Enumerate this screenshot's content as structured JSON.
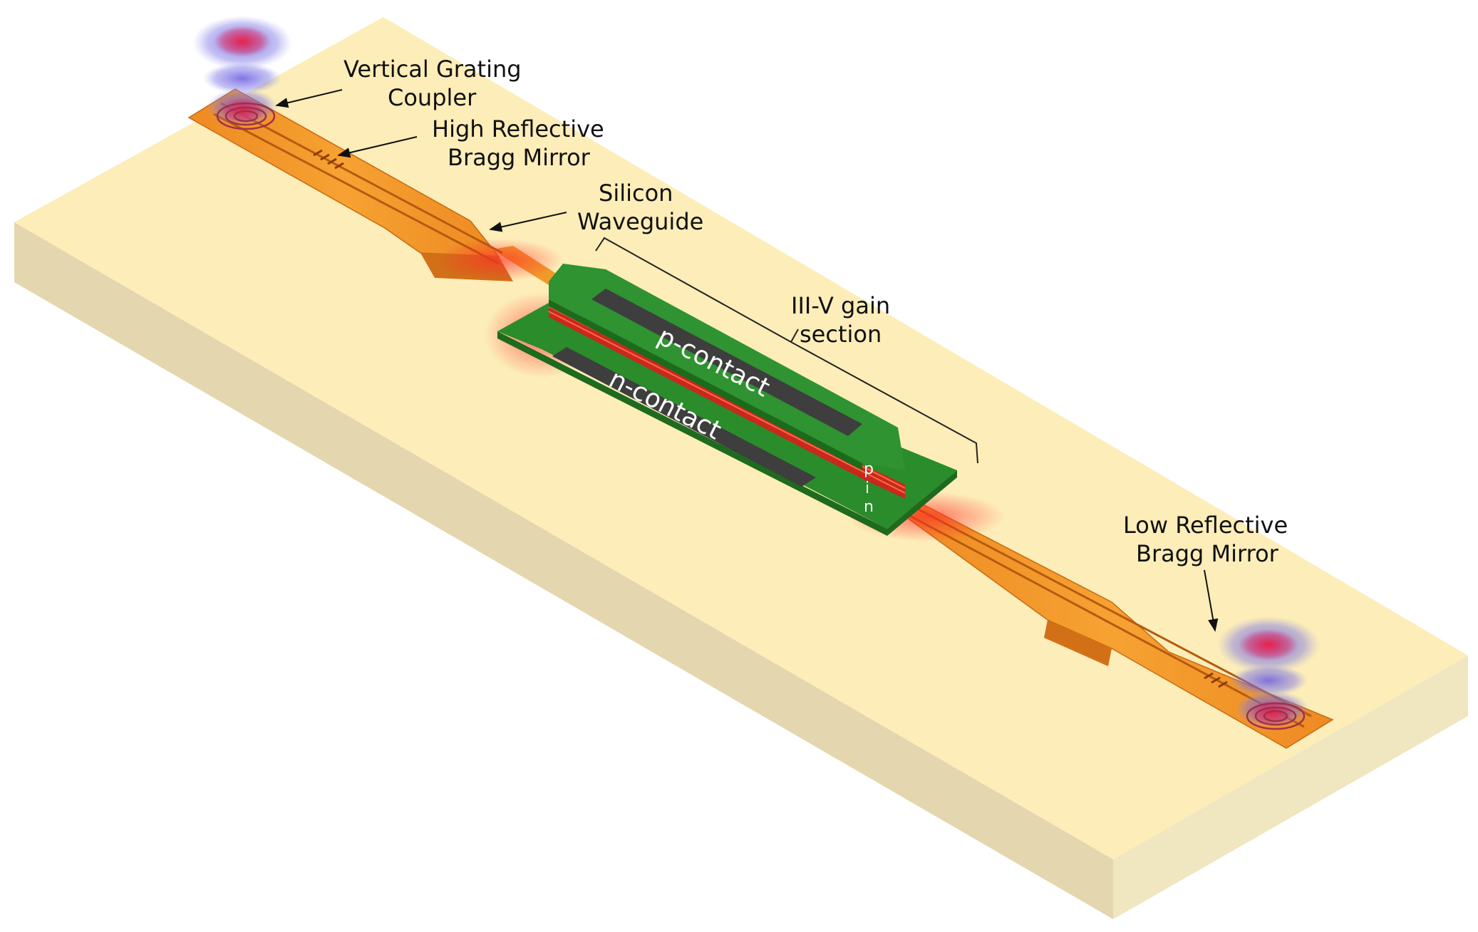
{
  "labels": {
    "grating_line1": "Vertical Grating",
    "grating_line2": "Coupler",
    "hr_line1": "High Reflective",
    "hr_line2": "Bragg Mirror",
    "si_line1": "Silicon",
    "si_line2": "Waveguide",
    "gain_line1": "III-V gain",
    "gain_line2": "section",
    "lr_line1": "Low Reflective",
    "lr_line2": "Bragg Mirror",
    "p_contact": "p-contact",
    "n_contact": "n-contact",
    "layer_p": "p",
    "layer_i": "i",
    "layer_n": "n"
  },
  "colors": {
    "substrate_top": "#fdedb8",
    "substrate_side": "#e5d7b0",
    "waveguide": "#f19a2a",
    "gain_green": "#2d8a2a",
    "contact_gray": "#3e3e3e",
    "field_red": "#e8323c",
    "field_blue": "#5a55d8"
  }
}
